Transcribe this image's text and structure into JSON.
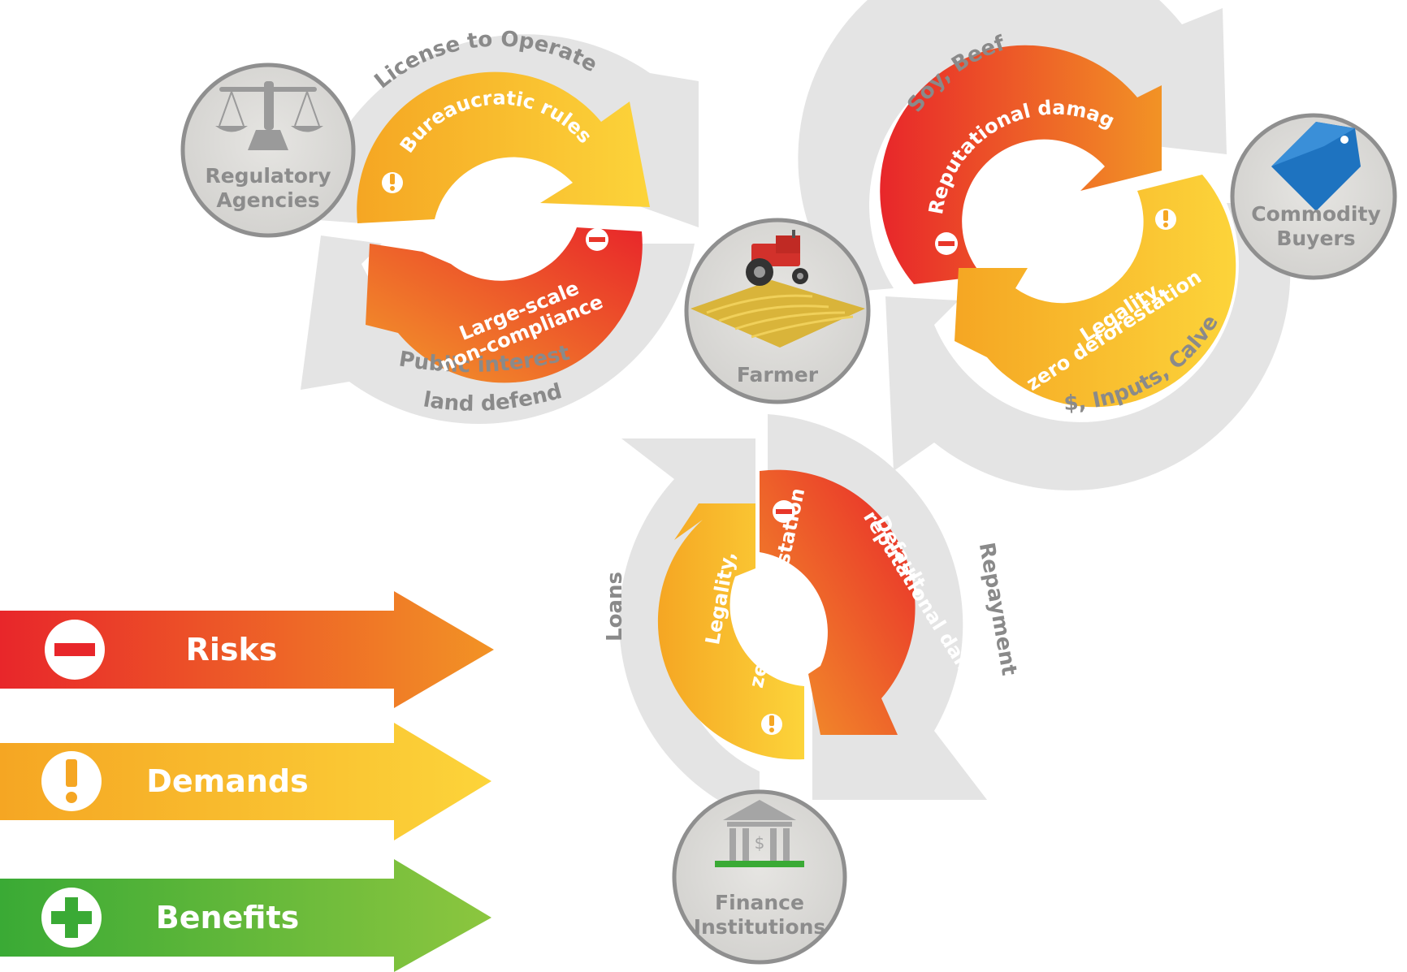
{
  "nodes": {
    "regulatory": {
      "line1": "Regulatory",
      "line2": "Agencies"
    },
    "commodity": {
      "line1": "Commodity",
      "line2": "Buyers"
    },
    "farmer": {
      "label": "Farmer"
    },
    "finance": {
      "line1": "Finance",
      "line2": "Institutions"
    }
  },
  "flows": {
    "license": "License to Operate",
    "public_line1": "Public interests in",
    "public_line2": "land defended",
    "soy_beef": "Soy, Beef",
    "inputs": "$, Inputs, Calves",
    "loans": "Loans",
    "repayment": "Repayment"
  },
  "inner": {
    "bureaucratic": "Bureaucratic rules",
    "noncompliance_line1": "Large-scale",
    "noncompliance_line2": "non-compliance",
    "reputational": "Reputational damage",
    "buyer_demand_line1": "Legality,",
    "buyer_demand_line2": "zero deforestation",
    "finance_demand_line1": "Legality,",
    "finance_demand_line2": "zero deforestation",
    "default_line1": "Default,",
    "default_line2": "reputational damage"
  },
  "legend": [
    {
      "label": "Risks",
      "icon": "minus-icon"
    },
    {
      "label": "Demands",
      "icon": "exclamation-icon"
    },
    {
      "label": "Benefits",
      "icon": "plus-icon"
    }
  ],
  "colors": {
    "grey_cycle": "#e4e4e4",
    "risk_start": "#e8262a",
    "risk_end": "#f29325",
    "demand_start": "#f5a623",
    "demand_end": "#fcd43a",
    "benefit_start": "#3aaa35",
    "benefit_end": "#8cc63f",
    "node_fill": "#dcdbd8",
    "node_stroke": "#8f8f8f"
  }
}
